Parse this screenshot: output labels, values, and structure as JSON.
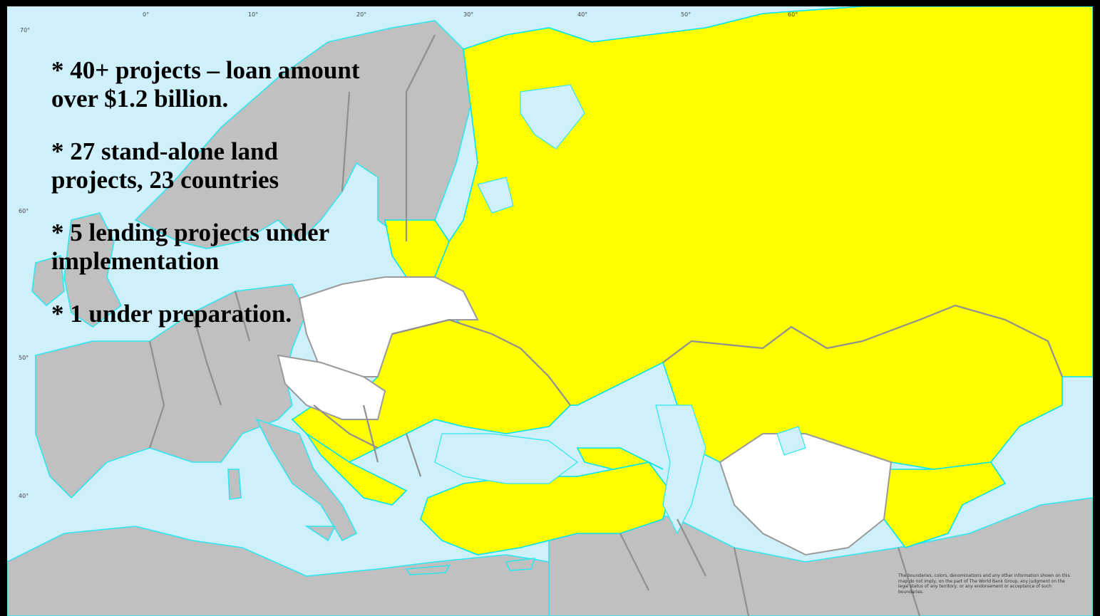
{
  "map": {
    "graticule_labels": {
      "lon": [
        "0°",
        "10°",
        "20°",
        "30°",
        "40°",
        "50°",
        "60°"
      ],
      "lat": [
        "70°",
        "60°",
        "50°",
        "40°"
      ]
    },
    "legend_colors": {
      "yellow": "#ffff00",
      "white": "#ffffff",
      "grey": "#c0c0c0",
      "water": "#cdf0fa"
    }
  },
  "bullets": [
    "* 40+ projects – loan amount\nover $1.2 billion.",
    "* 27 stand-alone land\nprojects, 23 countries",
    "* 5 lending projects under\nimplementation",
    "* 1 under preparation."
  ],
  "disclaimer": "The boundaries, colors, denominations and any other information shown on this map do not imply, on the part of The World Bank Group, any judgment on the legal status of any territory, or any endorsement or acceptance of such boundaries."
}
